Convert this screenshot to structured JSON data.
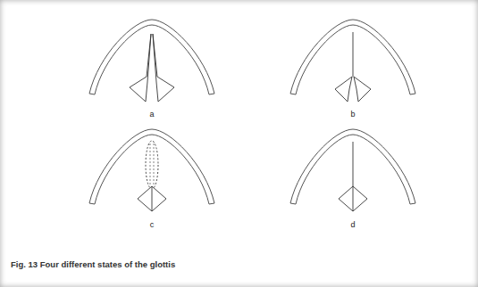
{
  "diagram": {
    "caption": "Fig. 13 Four different states of the glottis",
    "labels": [
      "a",
      "b",
      "c",
      "d"
    ]
  }
}
